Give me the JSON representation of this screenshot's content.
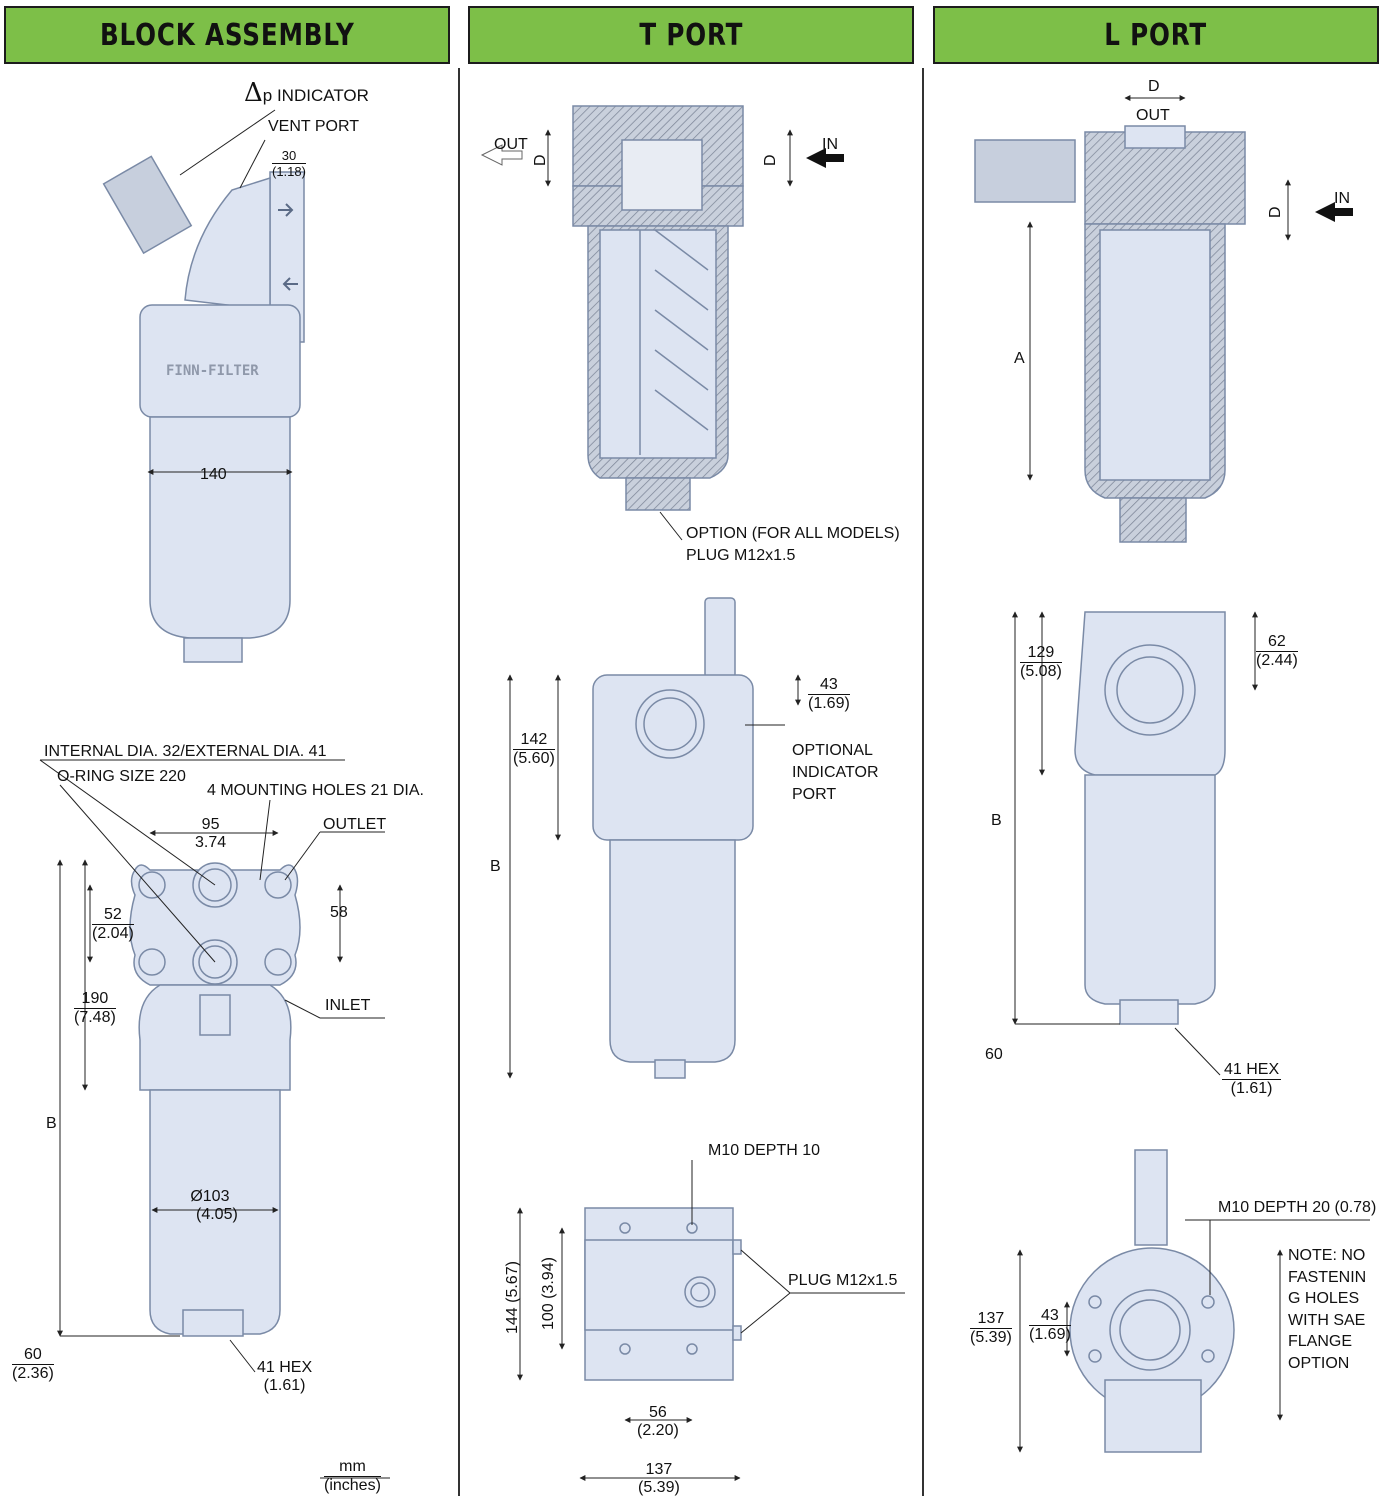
{
  "headers": {
    "block": "BLOCK ASSEMBLY",
    "tport": "T PORT",
    "lport": "L PORT"
  },
  "colors": {
    "header_bg": "#7dbf48",
    "body_fill": "#dde4f2",
    "outline": "#7a8aa6"
  },
  "block": {
    "dp_symbol": "Δ",
    "dp_text": "p INDICATOR",
    "vent_port": "VENT PORT",
    "w30": "30",
    "w30_in": "(1.18)",
    "logo": "FINN-FILTER",
    "d140": "140",
    "internal_dia": "INTERNAL DIA. 32/EXTERNAL DIA. 41",
    "oring": "O-RING SIZE 220",
    "mounting": "4 MOUNTING HOLES 21 DIA.",
    "d95": "95",
    "d95_in": "3.74",
    "outlet": "OUTLET",
    "d52": "52",
    "d52_in": "(2.04)",
    "d58": "58",
    "d190": "190",
    "d190_in": "(7.48)",
    "inlet": "INLET",
    "B": "B",
    "dia103": "Ø103",
    "dia103_in": "(4.05)",
    "d60": "60",
    "d60_in": "(2.36)",
    "hex41": "41 HEX",
    "hex41_in": "(1.61)",
    "unit_mm": "mm",
    "unit_in": "(inches)"
  },
  "tport": {
    "out": "OUT",
    "in": "IN",
    "D": "D",
    "option1": "OPTION (FOR ALL MODELS)",
    "option2": "PLUG M12x1.5",
    "d43": "43",
    "d43_in": "(1.69)",
    "opt_ind1": "OPTIONAL",
    "opt_ind2": "INDICATOR",
    "opt_ind3": "PORT",
    "d142": "142",
    "d142_in": "(5.60)",
    "B": "B",
    "m10": "M10 DEPTH 10",
    "d144": "144 (5.67)",
    "d100": "100 (3.94)",
    "plug": "PLUG M12x1.5",
    "d56": "56",
    "d56_in": "(2.20)",
    "d137": "137",
    "d137_in": "(5.39)"
  },
  "lport": {
    "D": "D",
    "out": "OUT",
    "in": "IN",
    "A": "A",
    "d129": "129",
    "d129_in": "(5.08)",
    "d62": "62",
    "d62_in": "(2.44)",
    "B": "B",
    "d60": "60",
    "hex41": "41 HEX",
    "hex41_in": "(1.61)",
    "m10": "M10 DEPTH 20 (0.78)",
    "note": "NOTE: NO FASTENIN G HOLES WITH SAE FLANGE OPTION",
    "d137": "137",
    "d137_in": "(5.39)",
    "d43": "43",
    "d43_in": "(1.69)"
  }
}
